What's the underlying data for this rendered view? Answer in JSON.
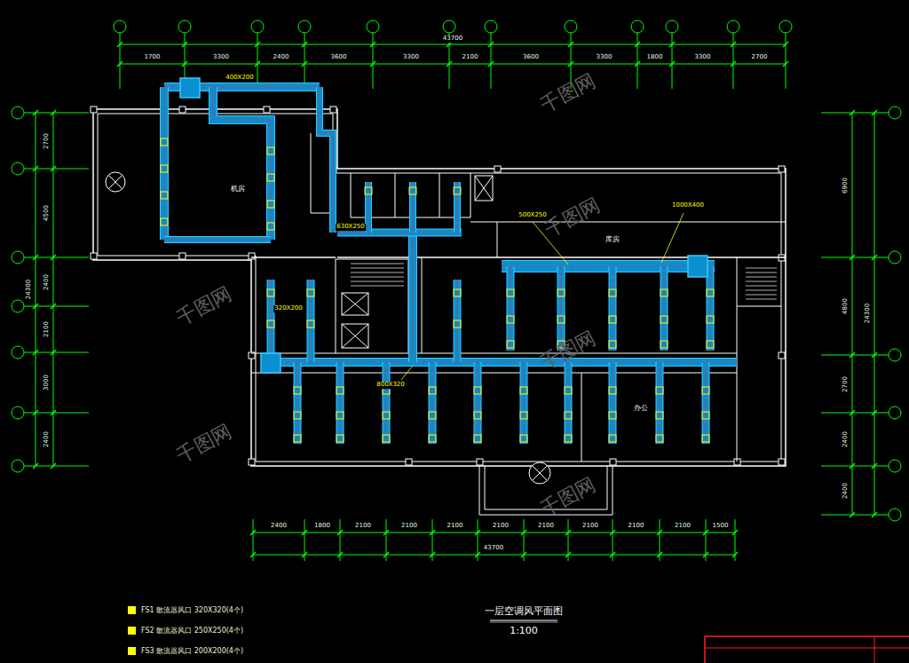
{
  "diagram": {
    "title": "一层空调风平面图",
    "caption": "1:100",
    "labels": [
      "1700",
      "3300",
      "2400",
      "3600",
      "3300",
      "2100",
      "3600",
      "3300",
      "1800",
      "3300",
      "2700",
      "43700",
      "2400",
      "1800",
      "2100",
      "2100",
      "2100",
      "2100",
      "2100",
      "2100",
      "2100",
      "2100",
      "1500",
      "43700",
      "2700",
      "4500",
      "2400",
      "2100",
      "3000",
      "2400",
      "24300",
      "6900",
      "4800",
      "2700",
      "2400",
      "2400",
      "24300",
      "机房",
      "库房",
      "办公",
      "500X250",
      "1000X400",
      "630X250",
      "800X320",
      "400X200",
      "320X200",
      "千图网",
      "千图网",
      "千图网",
      "千图网",
      "千图网",
      "千图网"
    ],
    "legend": [
      {
        "text": "FS1 散流器风口 320X320(4个)",
        "color": "#ffff00"
      },
      {
        "text": "FS2 散流器风口 250X250(4个)",
        "color": "#ffff00"
      },
      {
        "text": "FS3 散流器风口 200X200(4个)",
        "color": "#ffff00"
      }
    ]
  }
}
